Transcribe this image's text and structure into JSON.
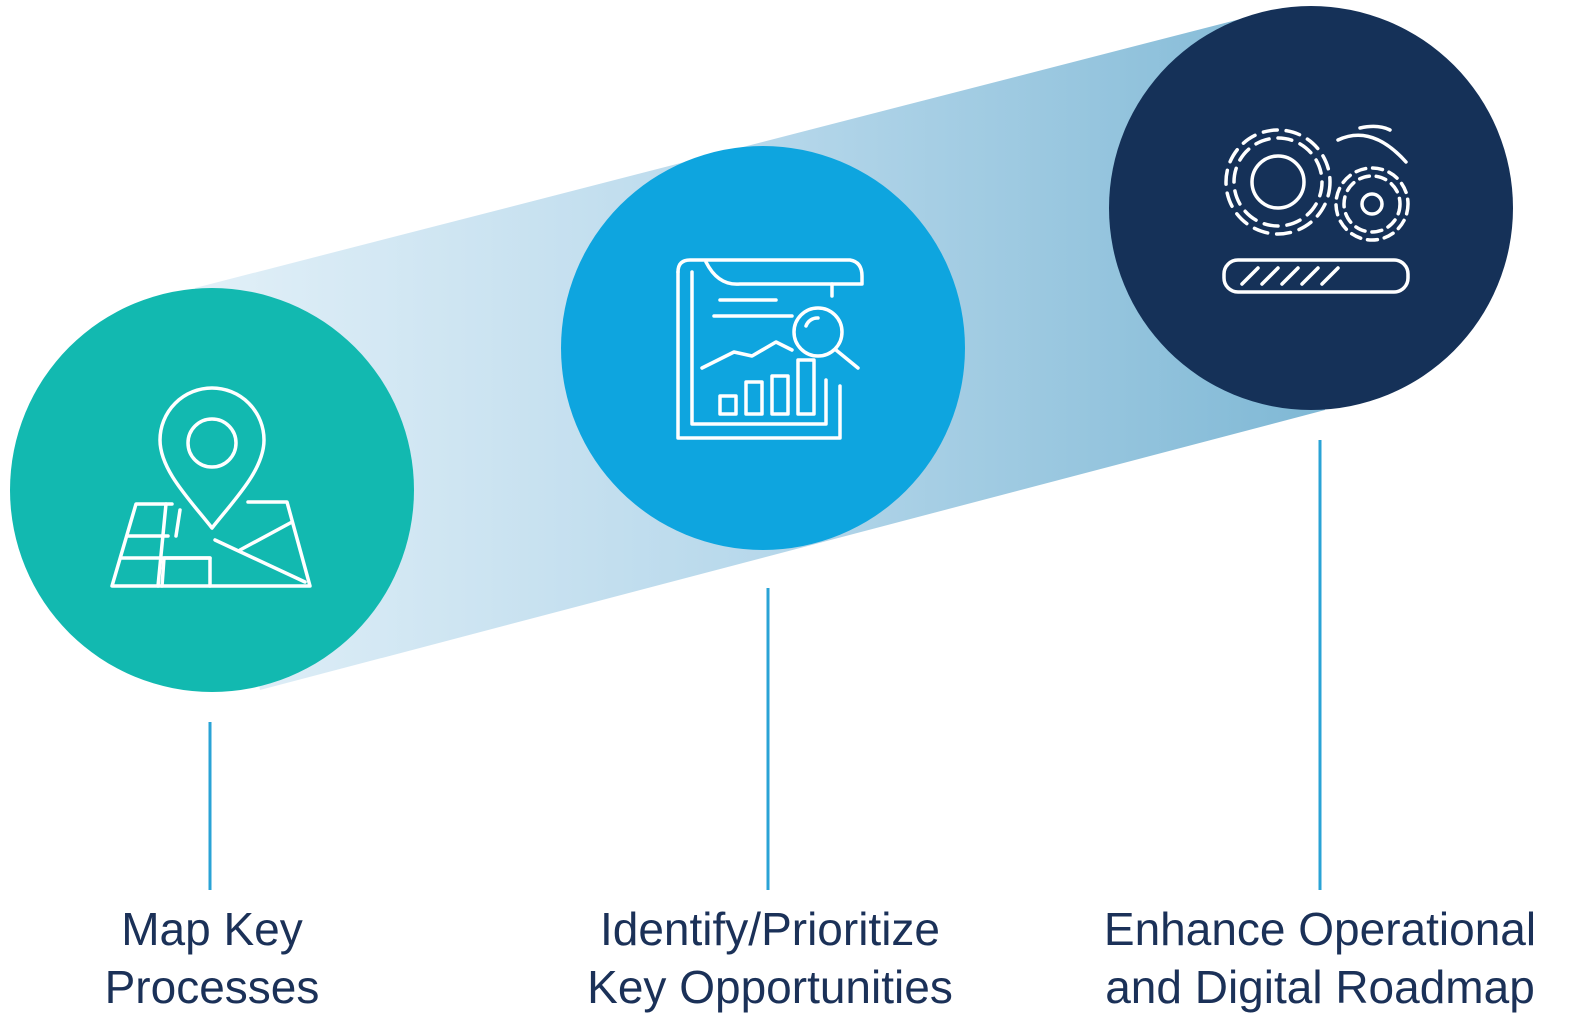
{
  "colors": {
    "band_light": "#d6e9f4",
    "band_dark": "#86bdd7",
    "step1": "#12b9b0",
    "step2": "#0ea5df",
    "step3": "#153158",
    "connector": "#2aa3d6",
    "label_text": "#1b3158",
    "icon_stroke": "#ffffff"
  },
  "steps": [
    {
      "icon": "map-pin-icon",
      "line1": "Map Key",
      "line2": "Processes"
    },
    {
      "icon": "report-analysis-icon",
      "line1": "Identify/Prioritize",
      "line2": "Key Opportunities"
    },
    {
      "icon": "gears-progress-icon",
      "line1": "Enhance Operational",
      "line2": "and Digital Roadmap"
    }
  ]
}
